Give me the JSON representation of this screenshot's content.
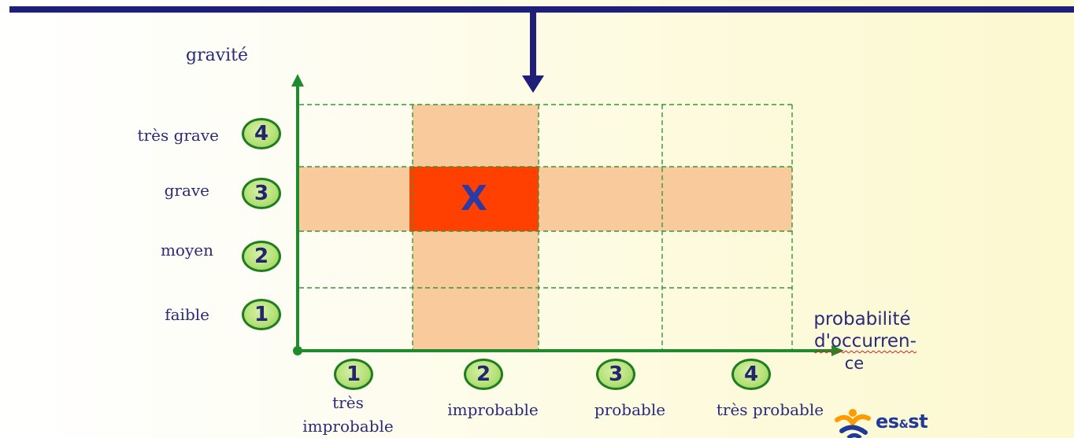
{
  "colors": {
    "top_bar": "#1f1f7a",
    "pointer_arrow": "#1f1f7a",
    "axis": "#1e8c2a",
    "grid": "#2f9a3a",
    "highlight": "#f9cb9c",
    "target_cell": "#ff4000",
    "label_text": "#2a2a7a",
    "badge_fill": "#b6e27a",
    "badge_border": "#1f7d1f",
    "mark_text": "#2b3aa4"
  },
  "y_axis": {
    "title": "gravité",
    "levels": [
      {
        "number": "1",
        "label": "faible"
      },
      {
        "number": "2",
        "label": "moyen"
      },
      {
        "number": "3",
        "label": "grave"
      },
      {
        "number": "4",
        "label": "très grave"
      }
    ]
  },
  "x_axis": {
    "title_line1": "probabilité",
    "title_line2": "d'occurren-",
    "title_line3": "ce",
    "levels": [
      {
        "number": "1",
        "label_line1": "très",
        "label_line2": "improbable"
      },
      {
        "number": "2",
        "label_line1": "improbable",
        "label_line2": ""
      },
      {
        "number": "3",
        "label_line1": "probable",
        "label_line2": ""
      },
      {
        "number": "4",
        "label_line1": "très probable",
        "label_line2": ""
      }
    ]
  },
  "matrix": {
    "selected_gravity": 3,
    "selected_probability": 2,
    "mark": "X"
  },
  "logo": {
    "name": "es&st logo",
    "text_main": "es",
    "text_amp": "&",
    "text_end": "st"
  }
}
